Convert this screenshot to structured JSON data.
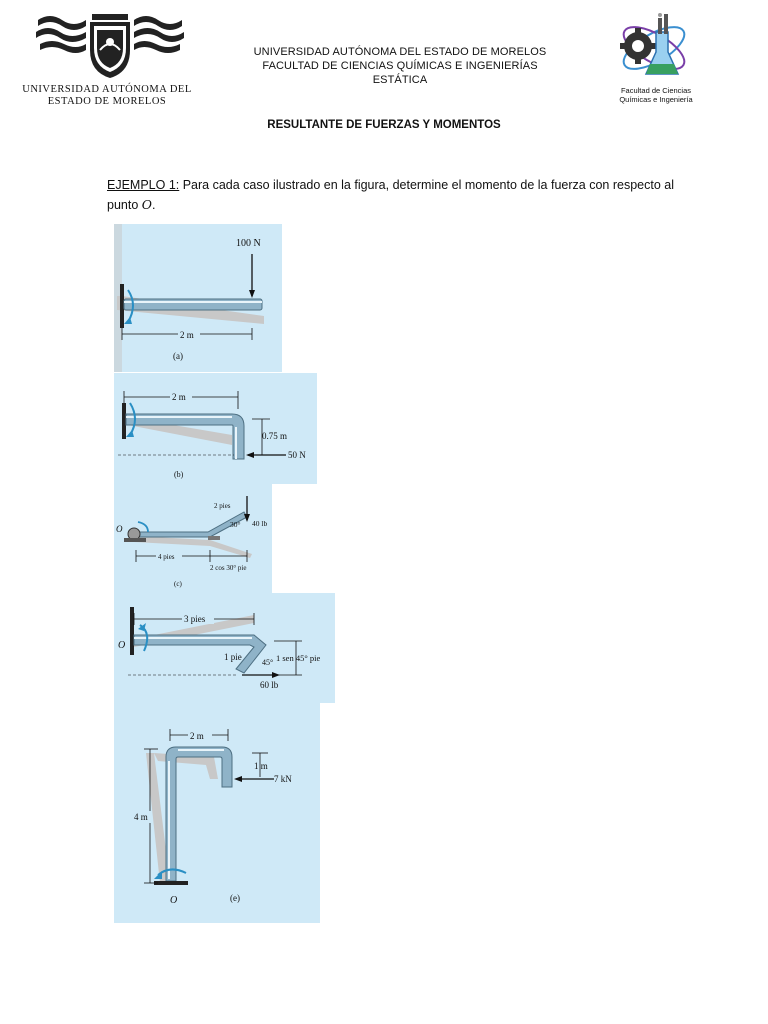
{
  "header": {
    "university_logo_text": [
      "UNIVERSIDAD AUTÓNOMA DEL",
      "ESTADO DE MORELOS"
    ],
    "center_lines": [
      "UNIVERSIDAD AUTÓNOMA DEL ESTADO DE MORELOS",
      "FACULTAD DE CIENCIAS QUÍMICAS E INGENIERÍAS",
      "ESTÁTICA"
    ],
    "faculty_logo_text": [
      "Facultad de Ciencias",
      "Químicas e Ingeniería"
    ]
  },
  "document": {
    "title": "RESULTANTE DE FUERZAS Y MOMENTOS",
    "example_label": "EJEMPLO 1:",
    "example_text": " Para cada caso ilustrado en la figura, determine el momento de la fuerza con respecto al punto ",
    "point_symbol": "O",
    "example_end": "."
  },
  "figures": {
    "a": {
      "caption": "(a)",
      "force": "100 N",
      "length": "2 m"
    },
    "b": {
      "caption": "(b)",
      "length": "2 m",
      "height": "0.75 m",
      "force": "50 N"
    },
    "c": {
      "caption": "(c)",
      "point": "O",
      "segment": "2 pies",
      "angle": "30°",
      "force": "40 lb",
      "length": "4 pies",
      "projection": "2 cos 30° pie"
    },
    "d": {
      "point": "O",
      "length": "3 pies",
      "segment": "1 pie",
      "angle": "45°",
      "rise": "1 sen 45° pie",
      "force": "60 lb"
    },
    "e": {
      "caption": "(e)",
      "point": "O",
      "width": "2 m",
      "drop": "1 m",
      "force": "7 kN",
      "height": "4 m"
    }
  },
  "colors": {
    "panel": "#cfe9f7",
    "pipe": "#8fb3c8",
    "shadow": "#c8c8c8",
    "moment_arrow": "#2a8fc4"
  }
}
